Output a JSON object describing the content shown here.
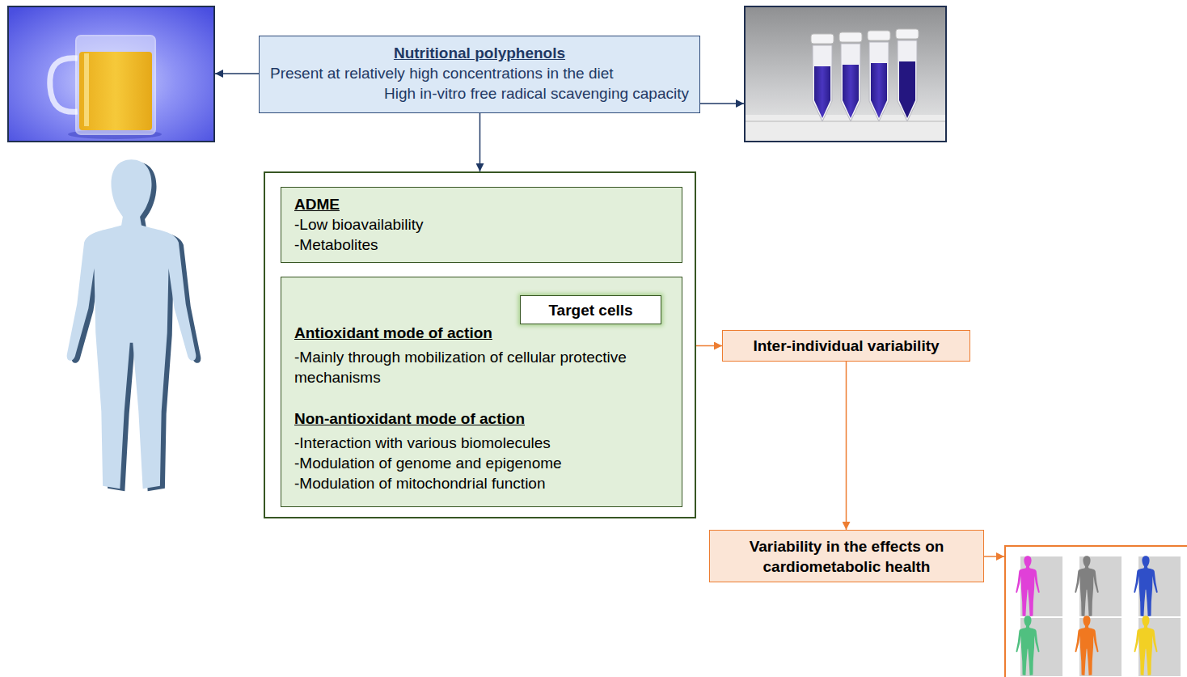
{
  "diagram": {
    "nodes": [
      {
        "text": [
          "Nutritional polyphenols",
          "Present at relatively high concentrations in the diet",
          "High in-vitro free radical scavenging capacity"
        ]
      },
      {
        "text": []
      },
      {
        "text": [
          "ADME",
          "-Low bioavailability",
          "-Metabolites"
        ],
        "in": 1
      },
      {
        "text": [
          "Antioxidant mode of action",
          "-Mainly through mobilization of cellular protective mechanisms",
          "Non-antioxidant mode of action",
          "-Interaction with various biomolecules",
          "-Modulation of genome and epigenome",
          "-Modulation of mitochondrial function"
        ],
        "in": 1
      },
      {
        "text": [
          "Target cells"
        ],
        "in": 3
      },
      {
        "text": [
          "Inter-individual variability"
        ]
      },
      {
        "text": [
          "Variability in the effects on cardiometabolic health"
        ]
      }
    ],
    "edges": [
      {
        "from": 0,
        "to": 1,
        "arrow": "to"
      },
      {
        "from": 1,
        "to": 5,
        "arrow": "to"
      },
      {
        "from": 5,
        "to": 6,
        "arrow": "to"
      }
    ]
  }
}
